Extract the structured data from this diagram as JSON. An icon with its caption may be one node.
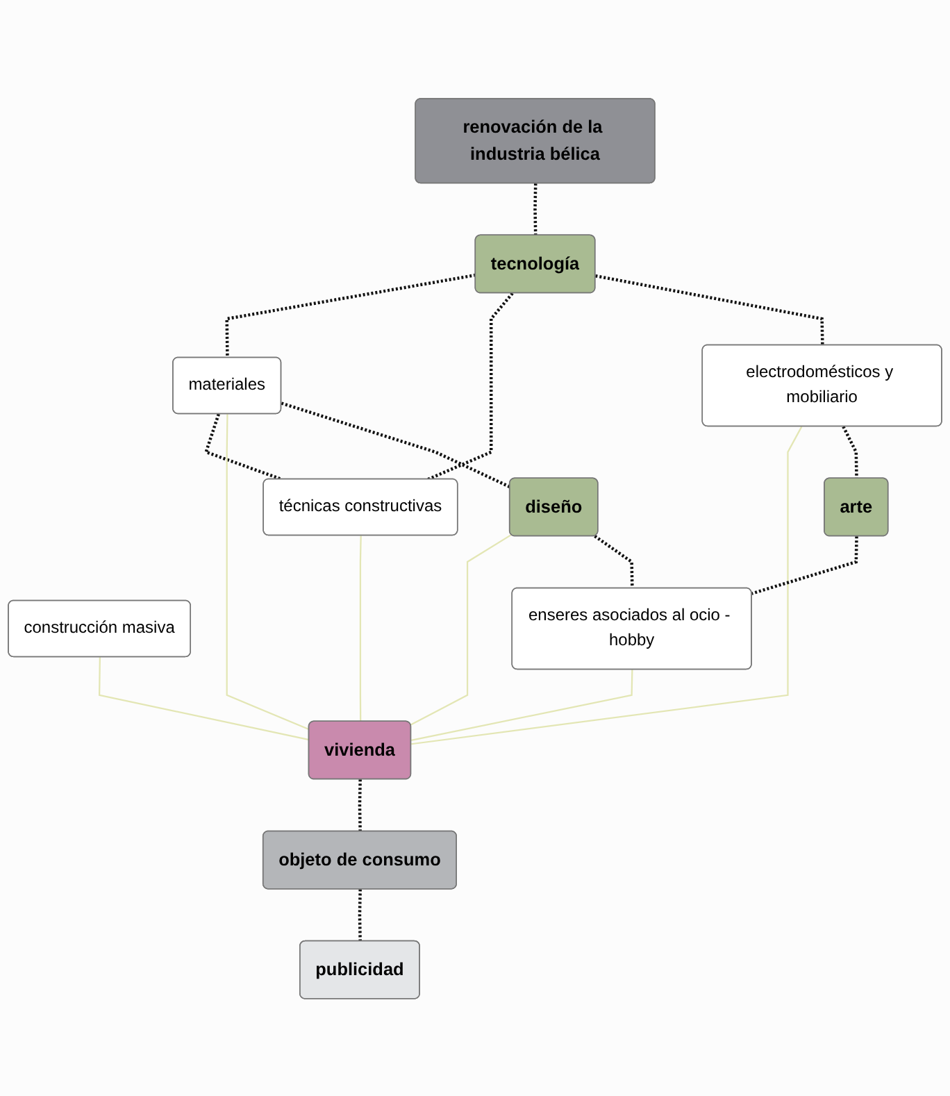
{
  "diagram": {
    "nodes": [
      {
        "text": [
          "renovación de la industria bélica"
        ]
      },
      {
        "text": [
          "tecnología"
        ]
      },
      {
        "text": [
          "materiales"
        ]
      },
      {
        "text": [
          "técnicas constructivas"
        ]
      },
      {
        "text": [
          "construcción masiva"
        ]
      },
      {
        "text": [
          "electrodomésticos y mobiliario"
        ]
      },
      {
        "text": [
          "arte"
        ]
      },
      {
        "text": [
          "vivienda"
        ]
      },
      {
        "text": [
          "diseño"
        ]
      },
      {
        "text": [
          "enseres asociados al ocio - hobby"
        ]
      },
      {
        "text": [
          "objeto de consumo"
        ]
      },
      {
        "text": [
          "publicidad"
        ]
      }
    ],
    "edges": [
      {
        "from": 0,
        "to": 1,
        "arrow": "none",
        "style": "dashed"
      },
      {
        "from": 1,
        "to": 2,
        "arrow": "none",
        "style": "dashed"
      },
      {
        "from": 1,
        "to": 3,
        "arrow": "none",
        "style": "dashed"
      },
      {
        "from": 1,
        "to": 5,
        "arrow": "none",
        "style": "dashed"
      },
      {
        "from": 2,
        "to": 3,
        "arrow": "none",
        "style": "dashed"
      },
      {
        "from": 2,
        "to": 7,
        "arrow": "none",
        "color": "#e3e6b4"
      },
      {
        "from": 3,
        "to": 7,
        "arrow": "none",
        "color": "#e3e6b4"
      },
      {
        "from": 4,
        "to": 7,
        "arrow": "none",
        "color": "#e3e6b4"
      },
      {
        "from": 5,
        "to": 7,
        "arrow": "none",
        "color": "#e3e6b4"
      },
      {
        "from": 5,
        "to": 6,
        "arrow": "none",
        "style": "dashed"
      },
      {
        "from": 6,
        "to": 9,
        "arrow": "none",
        "style": "dashed"
      },
      {
        "from": 8,
        "to": 7,
        "arrow": "none",
        "color": "#e3e6b4"
      },
      {
        "from": 9,
        "to": 7,
        "arrow": "none",
        "color": "#e3e6b4"
      },
      {
        "from": 2,
        "to": 8,
        "arrow": "none",
        "style": "dashed"
      },
      {
        "from": 8,
        "to": 9,
        "arrow": "none",
        "style": "dashed"
      },
      {
        "from": 7,
        "to": 10,
        "arrow": "none",
        "style": "dashed"
      },
      {
        "from": 10,
        "to": 11,
        "arrow": "none",
        "style": "dashed"
      }
    ]
  }
}
